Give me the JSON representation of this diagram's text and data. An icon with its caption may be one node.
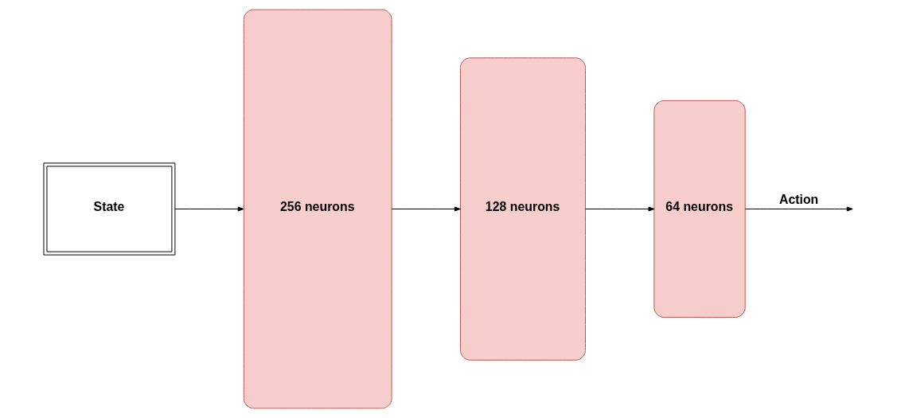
{
  "diagram": {
    "nodes": [
      {
        "text": [
          "State"
        ]
      },
      {
        "text": [
          "256 neurons"
        ]
      },
      {
        "text": [
          "128 neurons"
        ]
      },
      {
        "text": [
          "64 neurons"
        ]
      }
    ],
    "edges": [
      {
        "from": 0,
        "to": 1,
        "arrow": "to"
      },
      {
        "from": 1,
        "to": 2,
        "arrow": "to"
      },
      {
        "from": 2,
        "to": 3,
        "arrow": "to"
      },
      {
        "from": 3,
        "to": null,
        "arrow": "to",
        "label": "Action"
      }
    ]
  }
}
